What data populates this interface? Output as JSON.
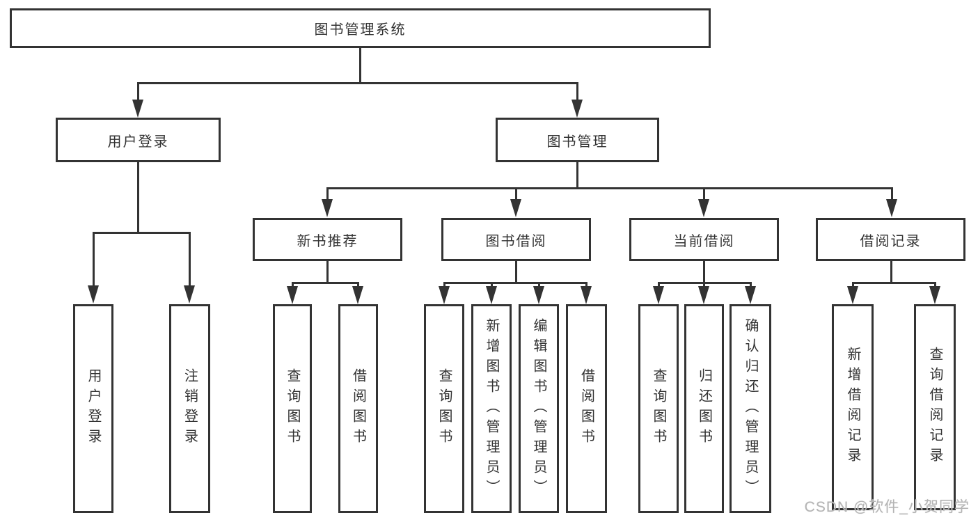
{
  "diagram": {
    "type": "hierarchy",
    "title": "图书管理系统"
  },
  "colors": {
    "line": "#333333",
    "box_border": "#333333",
    "box_background": "#ffffff",
    "text": "#333333",
    "watermark_text": "#b4b4b4"
  },
  "nodes": {
    "root": "图书管理系统",
    "user_login": "用户登录",
    "book_mgmt": "图书管理",
    "new_book_rec": "新书推荐",
    "book_borrow": "图书借阅",
    "current_borrow": "当前借阅",
    "borrow_record": "借阅记录",
    "g1_login": "用户登录",
    "g1_logout": "注销登录",
    "g2_query": "查询图书",
    "g2_borrow": "借阅图书",
    "g3_query": "查询图书",
    "g3_add": "新增图书（管理员）",
    "g3_edit": "编辑图书（管理员）",
    "g3_borrow": "借阅图书",
    "g4_query": "查询图书",
    "g4_return": "归还图书",
    "g4_confirm": "确认归还（管理员）",
    "g5_add": "新增借阅记录",
    "g5_query": "查询借阅记录"
  },
  "watermark": "CSDN @软件_小贺同学"
}
